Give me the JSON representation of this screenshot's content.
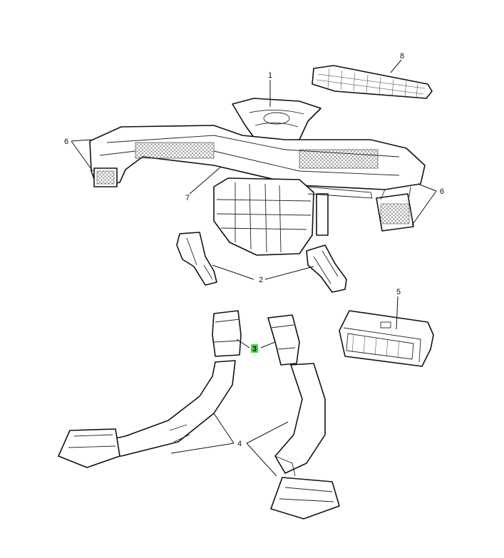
{
  "callouts": {
    "c1": "1",
    "c2": "2",
    "c3": "3",
    "c4": "4",
    "c5": "5",
    "c6_left": "6",
    "c6_right": "6",
    "c7": "7",
    "c8": "8"
  },
  "highlight_color": "#3fe03f"
}
